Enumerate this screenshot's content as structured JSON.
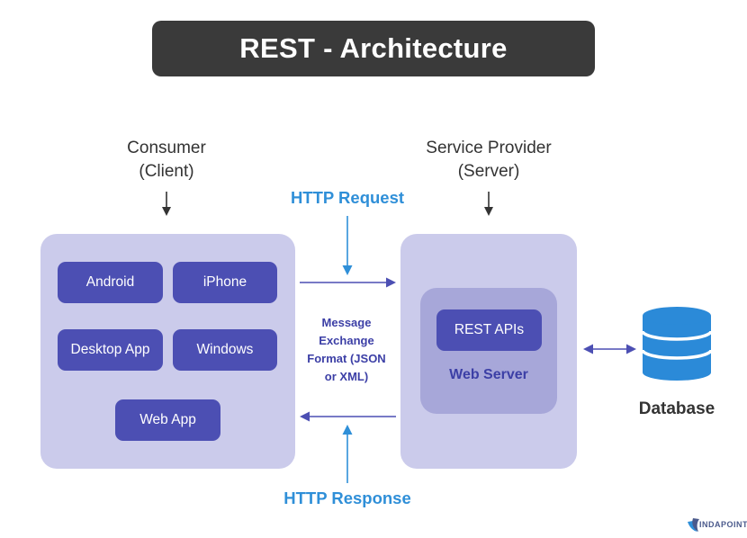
{
  "title": "REST - Architecture",
  "consumer": {
    "label_line1": "Consumer",
    "label_line2": "(Client)",
    "apps": [
      "Android",
      "iPhone",
      "Desktop App",
      "Windows",
      "Web App"
    ]
  },
  "provider": {
    "label_line1": "Service Provider",
    "label_line2": "(Server)",
    "rest_apis": "REST APIs",
    "web_server": "Web Server"
  },
  "http_request": "HTTP Request",
  "http_response": "HTTP Response",
  "message": {
    "line1": "Message",
    "line2": "Exchange",
    "line3": "Format (JSON",
    "line4": "or XML)"
  },
  "database": "Database",
  "brand": "INDAPOINT",
  "colors": {
    "title_bg": "#3a3a3a",
    "panel": "#cbcbeb",
    "inner_panel": "#a7a7d9",
    "button": "#4c4fb3",
    "http_label": "#2f8fd8",
    "arrow_dark": "#333333",
    "arrow_blue": "#2f8fd8",
    "arrow_indigo": "#4c4fb3",
    "database": "#2b8ad8"
  },
  "icons": [
    "database-icon",
    "brand-logo-icon"
  ]
}
